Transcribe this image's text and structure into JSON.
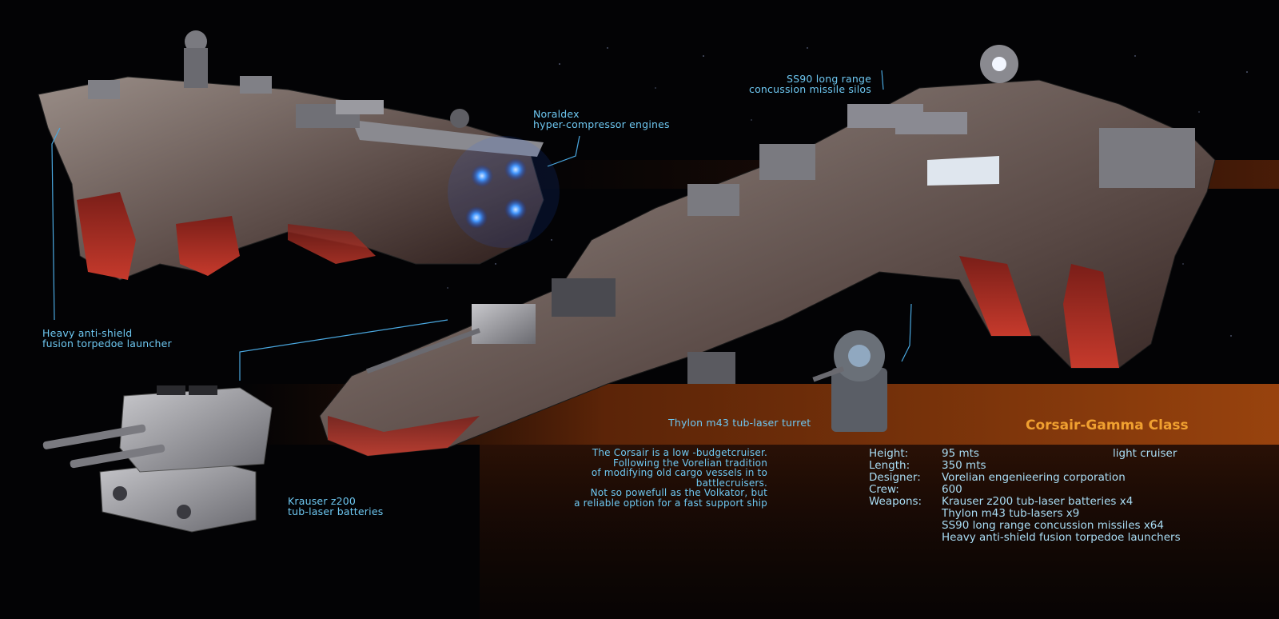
{
  "labels": {
    "engines": "Noraldex\nhyper-compressor engines",
    "missile_silos": "SS90 long range\nconcussion missile silos",
    "torpedo_launcher": "Heavy anti-shield\nfusion torpedoe launcher",
    "turret": "Thylon m43 tub-laser turret",
    "batteries": "Krauser z200\ntub-laser batteries"
  },
  "title": "Corsair-Gamma Class",
  "description": "The Corsair is a low -budgetcruiser.\nFollowing the Vorelian tradition\nof modifying old cargo vessels in to\nbattlecruisers.\nNot so powefull as the Volkator, but\na reliable option for a fast support ship",
  "specs": {
    "height_key": "Height:",
    "height_val": "95 mts",
    "class_type": "light cruiser",
    "length_key": "Length:",
    "length_val": "350 mts",
    "designer_key": "Designer:",
    "designer_val": "Vorelian engenieering corporation",
    "crew_key": "Crew:",
    "crew_val": "600",
    "weapons_key": "Weapons:",
    "weapons": [
      "Krauser z200 tub-laser batteries x4",
      "Thylon m43 tub-lasers x9",
      "SS90 long range concussion missiles x64",
      "Heavy anti-shield fusion torpedoe launchers"
    ]
  },
  "colors": {
    "background": "#030305",
    "label": "#6ec8f2",
    "title": "#f0a030",
    "band": "#8a3a0a",
    "engine_glow": "#3a8cff",
    "hull": "#6a6a70",
    "hull_red": "#b02a20"
  }
}
